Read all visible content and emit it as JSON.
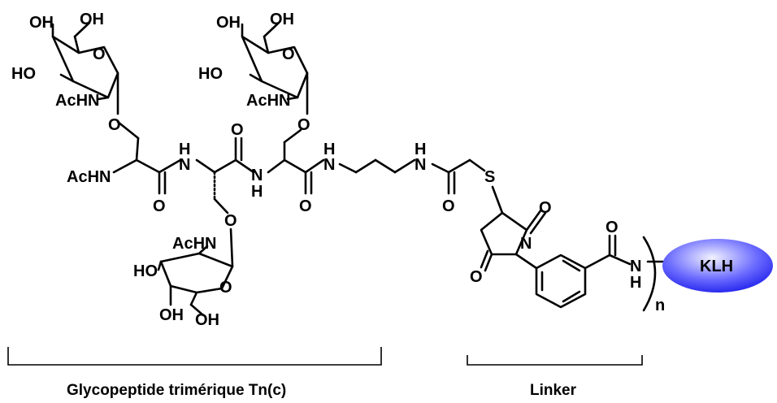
{
  "labels": {
    "oh": "OH",
    "ho": "HO",
    "o": "O",
    "n": "N",
    "h": "H",
    "s": "S",
    "achn": "AcHN",
    "n_repeat": "n",
    "carrier": "KLH"
  },
  "brackets": {
    "glycopeptide": "Glycopeptide trimérique Tn(c)",
    "linker": "Linker"
  },
  "colors": {
    "carrier_light": "#f2f2ff",
    "carrier_dark": "#1a1aff"
  }
}
